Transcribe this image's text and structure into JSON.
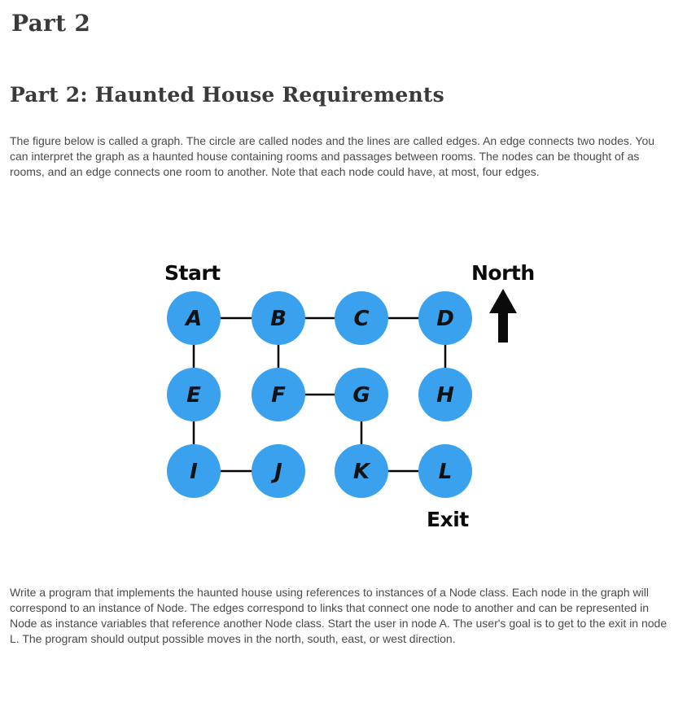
{
  "page": {
    "part_label": "Part 2",
    "section_heading": "Part 2: Haunted House Requirements",
    "intro_paragraph": "The figure below is called a graph. The circle are called nodes and the lines are called edges. An edge connects two nodes. You can interpret the graph as a haunted house containing rooms and passages between rooms. The nodes can be thought of as rooms, and an edge connects one room to another. Note that each node could have, at most, four edges.",
    "closing_paragraph": "Write a program that implements the haunted house using references to instances of a Node class. Each node in the graph will correspond to an instance of Node. The edges correspond to links that connect one node to another and can be represented in Node as instance variables that reference another Node class. Start the user in node A. The user's goal is to get to the exit in node L. The program should output possible moves in the north, south, east, or west direction."
  },
  "diagram": {
    "start_label": "Start",
    "north_label": "North",
    "exit_label": "Exit",
    "node_fill": "#39a1ed",
    "node_text_color": "#121212",
    "edge_color": "#000000",
    "grid": {
      "col_x": [
        226,
        330,
        432,
        535
      ],
      "row_y": [
        82,
        176,
        270
      ],
      "radius": 33
    },
    "nodes": [
      {
        "id": "A",
        "col": 0,
        "row": 0
      },
      {
        "id": "B",
        "col": 1,
        "row": 0
      },
      {
        "id": "C",
        "col": 2,
        "row": 0
      },
      {
        "id": "D",
        "col": 3,
        "row": 0
      },
      {
        "id": "E",
        "col": 0,
        "row": 1
      },
      {
        "id": "F",
        "col": 1,
        "row": 1
      },
      {
        "id": "G",
        "col": 2,
        "row": 1
      },
      {
        "id": "H",
        "col": 3,
        "row": 1
      },
      {
        "id": "I",
        "col": 0,
        "row": 2
      },
      {
        "id": "J",
        "col": 1,
        "row": 2
      },
      {
        "id": "K",
        "col": 2,
        "row": 2
      },
      {
        "id": "L",
        "col": 3,
        "row": 2
      }
    ],
    "edges": [
      [
        "A",
        "B"
      ],
      [
        "B",
        "C"
      ],
      [
        "C",
        "D"
      ],
      [
        "F",
        "G"
      ],
      [
        "I",
        "J"
      ],
      [
        "K",
        "L"
      ],
      [
        "A",
        "E"
      ],
      [
        "B",
        "F"
      ],
      [
        "D",
        "H"
      ],
      [
        "E",
        "I"
      ],
      [
        "G",
        "K"
      ]
    ]
  }
}
